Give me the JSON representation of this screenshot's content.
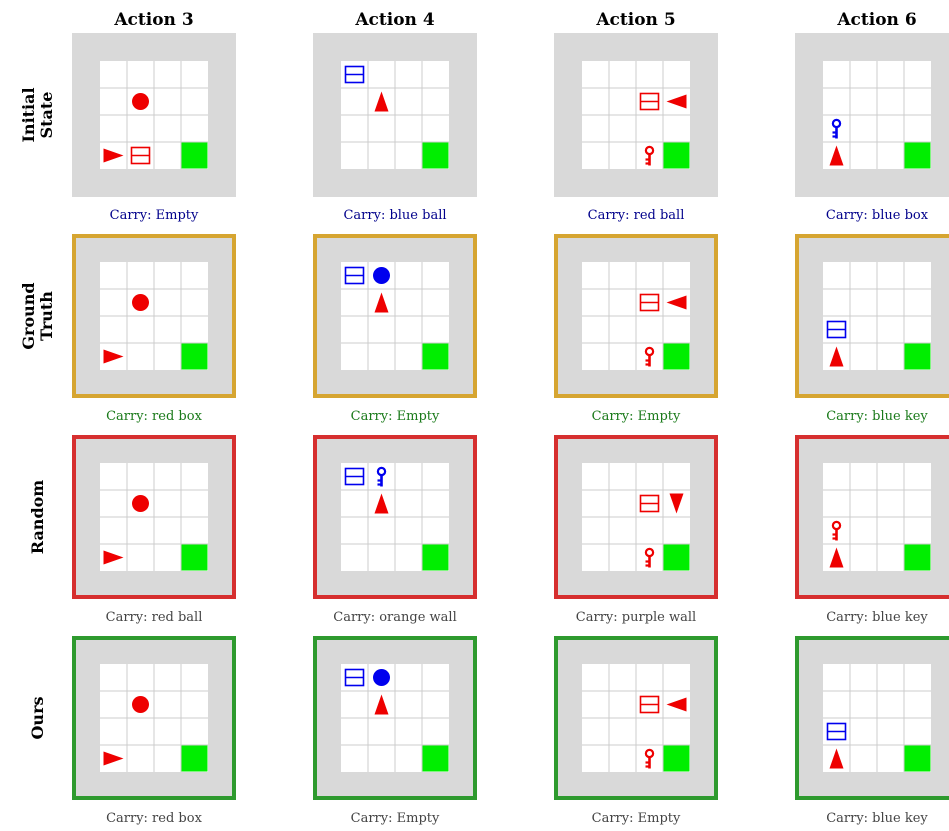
{
  "columns": [
    "Action 3",
    "Action 4",
    "Action 5",
    "Action 6"
  ],
  "rows": [
    {
      "label_lines": [
        "Initial",
        "State"
      ],
      "frame": "none",
      "carry_color": "#00008b"
    },
    {
      "label_lines": [
        "Ground",
        "Truth"
      ],
      "frame": "#d6a531",
      "carry_color": "#1a7a1a"
    },
    {
      "label_lines": [
        "Random"
      ],
      "frame": "#d62f2f",
      "carry_color": "#444444"
    },
    {
      "label_lines": [
        "Ours"
      ],
      "frame": "#2e9a2e",
      "carry_color": "#444444"
    }
  ],
  "colors": {
    "red": "#ee0000",
    "blue": "#0000ee",
    "goal": "#00ee00",
    "wall": "#d9d9d9",
    "grid": "#cccccc"
  },
  "grid_size": 4,
  "panels": [
    [
      {
        "carry": "Carry: Empty",
        "objects": [
          {
            "type": "ball",
            "color": "red",
            "col": 1,
            "row": 1
          },
          {
            "type": "agent",
            "color": "red",
            "col": 0,
            "row": 3,
            "dir": "right"
          },
          {
            "type": "box",
            "color": "red",
            "col": 1,
            "row": 3
          },
          {
            "type": "goal",
            "color": "goal",
            "col": 3,
            "row": 3
          }
        ]
      },
      {
        "carry": "Carry: blue ball",
        "objects": [
          {
            "type": "box",
            "color": "blue",
            "col": 0,
            "row": 0
          },
          {
            "type": "agent",
            "color": "red",
            "col": 1,
            "row": 1,
            "dir": "up"
          },
          {
            "type": "goal",
            "color": "goal",
            "col": 3,
            "row": 3
          }
        ]
      },
      {
        "carry": "Carry: red ball",
        "objects": [
          {
            "type": "box",
            "color": "red",
            "col": 2,
            "row": 1
          },
          {
            "type": "agent",
            "color": "red",
            "col": 3,
            "row": 1,
            "dir": "left"
          },
          {
            "type": "key",
            "color": "red",
            "col": 2,
            "row": 3
          },
          {
            "type": "goal",
            "color": "goal",
            "col": 3,
            "row": 3
          }
        ]
      },
      {
        "carry": "Carry: blue box",
        "objects": [
          {
            "type": "key",
            "color": "blue",
            "col": 0,
            "row": 2
          },
          {
            "type": "agent",
            "color": "red",
            "col": 0,
            "row": 3,
            "dir": "up"
          },
          {
            "type": "goal",
            "color": "goal",
            "col": 3,
            "row": 3
          }
        ]
      }
    ],
    [
      {
        "carry": "Carry: red box",
        "objects": [
          {
            "type": "ball",
            "color": "red",
            "col": 1,
            "row": 1
          },
          {
            "type": "agent",
            "color": "red",
            "col": 0,
            "row": 3,
            "dir": "right"
          },
          {
            "type": "goal",
            "color": "goal",
            "col": 3,
            "row": 3
          }
        ]
      },
      {
        "carry": "Carry: Empty",
        "objects": [
          {
            "type": "box",
            "color": "blue",
            "col": 0,
            "row": 0
          },
          {
            "type": "ball",
            "color": "blue",
            "col": 1,
            "row": 0
          },
          {
            "type": "agent",
            "color": "red",
            "col": 1,
            "row": 1,
            "dir": "up"
          },
          {
            "type": "goal",
            "color": "goal",
            "col": 3,
            "row": 3
          }
        ]
      },
      {
        "carry": "Carry: Empty",
        "objects": [
          {
            "type": "box",
            "color": "red",
            "col": 2,
            "row": 1
          },
          {
            "type": "agent",
            "color": "red",
            "col": 3,
            "row": 1,
            "dir": "left"
          },
          {
            "type": "key",
            "color": "red",
            "col": 2,
            "row": 3
          },
          {
            "type": "goal",
            "color": "goal",
            "col": 3,
            "row": 3
          }
        ]
      },
      {
        "carry": "Carry: blue key",
        "objects": [
          {
            "type": "box",
            "color": "blue",
            "col": 0,
            "row": 2
          },
          {
            "type": "agent",
            "color": "red",
            "col": 0,
            "row": 3,
            "dir": "up"
          },
          {
            "type": "goal",
            "color": "goal",
            "col": 3,
            "row": 3
          }
        ]
      }
    ],
    [
      {
        "carry": "Carry: red ball",
        "objects": [
          {
            "type": "ball",
            "color": "red",
            "col": 1,
            "row": 1
          },
          {
            "type": "agent",
            "color": "red",
            "col": 0,
            "row": 3,
            "dir": "right"
          },
          {
            "type": "goal",
            "color": "goal",
            "col": 3,
            "row": 3
          }
        ]
      },
      {
        "carry": "Carry: orange wall",
        "objects": [
          {
            "type": "box",
            "color": "blue",
            "col": 0,
            "row": 0
          },
          {
            "type": "key",
            "color": "blue",
            "col": 1,
            "row": 0
          },
          {
            "type": "agent",
            "color": "red",
            "col": 1,
            "row": 1,
            "dir": "up"
          },
          {
            "type": "goal",
            "color": "goal",
            "col": 3,
            "row": 3
          }
        ]
      },
      {
        "carry": "Carry: purple wall",
        "objects": [
          {
            "type": "box",
            "color": "red",
            "col": 2,
            "row": 1
          },
          {
            "type": "agent",
            "color": "red",
            "col": 3,
            "row": 1,
            "dir": "down"
          },
          {
            "type": "key",
            "color": "red",
            "col": 2,
            "row": 3
          },
          {
            "type": "goal",
            "color": "goal",
            "col": 3,
            "row": 3
          }
        ]
      },
      {
        "carry": "Carry: blue key",
        "objects": [
          {
            "type": "key",
            "color": "red",
            "col": 0,
            "row": 2
          },
          {
            "type": "agent",
            "color": "red",
            "col": 0,
            "row": 3,
            "dir": "up"
          },
          {
            "type": "goal",
            "color": "goal",
            "col": 3,
            "row": 3
          }
        ]
      }
    ],
    [
      {
        "carry": "Carry: red box",
        "objects": [
          {
            "type": "ball",
            "color": "red",
            "col": 1,
            "row": 1
          },
          {
            "type": "agent",
            "color": "red",
            "col": 0,
            "row": 3,
            "dir": "right"
          },
          {
            "type": "goal",
            "color": "goal",
            "col": 3,
            "row": 3
          }
        ]
      },
      {
        "carry": "Carry: Empty",
        "objects": [
          {
            "type": "box",
            "color": "blue",
            "col": 0,
            "row": 0
          },
          {
            "type": "ball",
            "color": "blue",
            "col": 1,
            "row": 0
          },
          {
            "type": "agent",
            "color": "red",
            "col": 1,
            "row": 1,
            "dir": "up"
          },
          {
            "type": "goal",
            "color": "goal",
            "col": 3,
            "row": 3
          }
        ]
      },
      {
        "carry": "Carry: Empty",
        "objects": [
          {
            "type": "box",
            "color": "red",
            "col": 2,
            "row": 1
          },
          {
            "type": "agent",
            "color": "red",
            "col": 3,
            "row": 1,
            "dir": "left"
          },
          {
            "type": "key",
            "color": "red",
            "col": 2,
            "row": 3
          },
          {
            "type": "goal",
            "color": "goal",
            "col": 3,
            "row": 3
          }
        ]
      },
      {
        "carry": "Carry: blue key",
        "objects": [
          {
            "type": "box",
            "color": "blue",
            "col": 0,
            "row": 2
          },
          {
            "type": "agent",
            "color": "red",
            "col": 0,
            "row": 3,
            "dir": "up"
          },
          {
            "type": "goal",
            "color": "goal",
            "col": 3,
            "row": 3
          }
        ]
      }
    ]
  ]
}
